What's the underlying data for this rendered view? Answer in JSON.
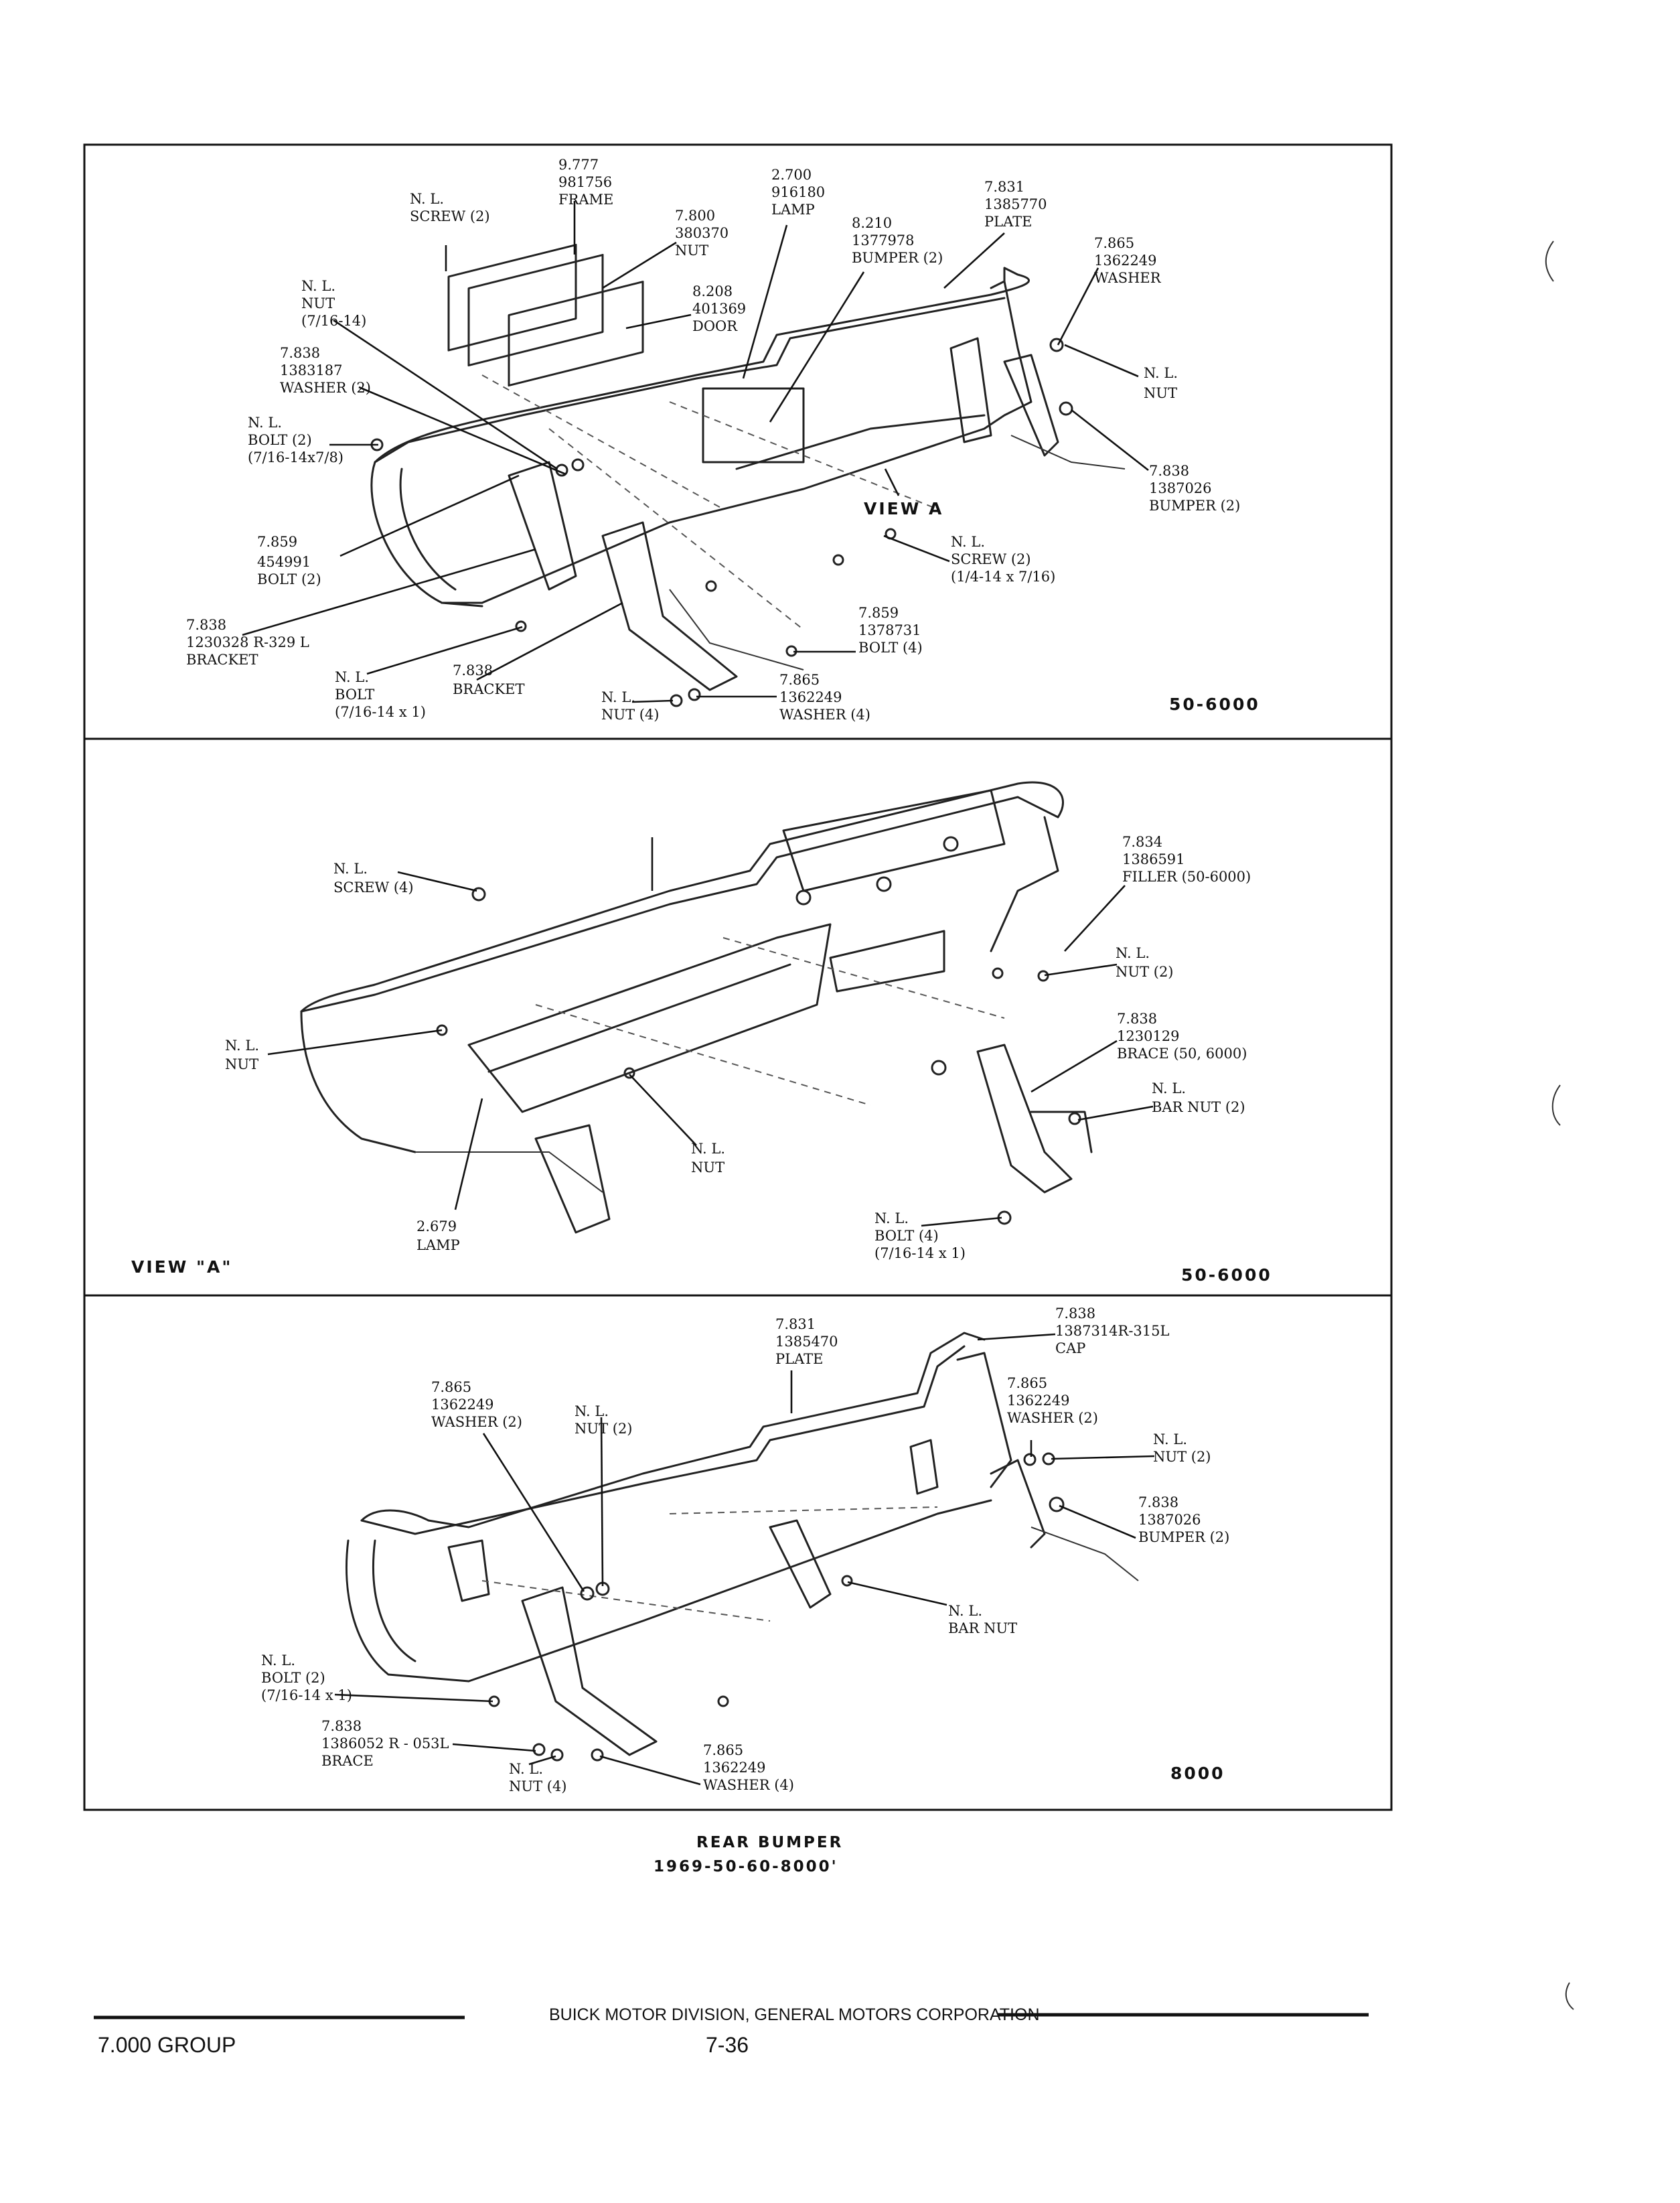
{
  "caption": {
    "line1": "REAR BUMPER",
    "line2": "1969-50-60-8000'"
  },
  "footer": {
    "group": "7.000 GROUP",
    "publisher": "BUICK MOTOR DIVISION, GENERAL MOTORS CORPORATION",
    "page": "7-36"
  },
  "panels": [
    {
      "code": "50-6000",
      "view_label": "VIEW A",
      "callouts": [
        [
          "N. L.",
          "SCREW (2)"
        ],
        [
          "9.777",
          "981756",
          "FRAME"
        ],
        [
          "7.800",
          "380370",
          "NUT"
        ],
        [
          "2.700",
          "916180",
          "LAMP"
        ],
        [
          "8.210",
          "1377978",
          "BUMPER (2)"
        ],
        [
          "7.831",
          "1385770",
          "PLATE"
        ],
        [
          "7.865",
          "1362249",
          "WASHER"
        ],
        [
          "N. L.",
          "NUT",
          "(7/16-14)"
        ],
        [
          "8.208",
          "401369",
          "DOOR"
        ],
        [
          "7.838",
          "1383187",
          "WASHER (2)"
        ],
        [
          "N. L.",
          "NUT"
        ],
        [
          "N. L.",
          "BOLT (2)",
          "(7/16-14x7/8)"
        ],
        [
          "7.838",
          "1387026",
          "BUMPER (2)"
        ],
        [
          "7.859",
          "454991",
          "BOLT (2)"
        ],
        [
          "N. L.",
          "SCREW (2)",
          "(1/4-14 x 7/16)"
        ],
        [
          "7.838",
          "1230328 R-329 L",
          "BRACKET"
        ],
        [
          "7.859",
          "1378731",
          "BOLT (4)"
        ],
        [
          "N. L.",
          "BOLT",
          "(7/16-14 x 1)"
        ],
        [
          "7.838",
          "BRACKET"
        ],
        [
          "N. L.",
          "NUT (4)"
        ],
        [
          "7.865",
          "1362249",
          "WASHER (4)"
        ]
      ]
    },
    {
      "code": "50-6000",
      "view_label": "VIEW \"A\"",
      "callouts": [
        [
          "N. L.",
          "SCREW (4)"
        ],
        [
          "7.834",
          "1386591",
          "FILLER (50-6000)"
        ],
        [
          "N. L.",
          "NUT (2)"
        ],
        [
          "N. L.",
          "NUT"
        ],
        [
          "7.838",
          "1230129",
          "BRACE (50, 6000)"
        ],
        [
          "N. L.",
          "BAR NUT (2)"
        ],
        [
          "N. L.",
          "NUT"
        ],
        [
          "2.679",
          "LAMP"
        ],
        [
          "N. L.",
          "BOLT (4)",
          "(7/16-14 x 1)"
        ]
      ]
    },
    {
      "code": "8000",
      "callouts": [
        [
          "7.831",
          "1385470",
          "PLATE"
        ],
        [
          "7.838",
          "1387314R-315L",
          "CAP"
        ],
        [
          "7.865",
          "1362249",
          "WASHER (2)"
        ],
        [
          "N. L.",
          "NUT (2)"
        ],
        [
          "7.865",
          "1362249",
          "WASHER (2)"
        ],
        [
          "N. L.",
          "NUT (2)"
        ],
        [
          "7.838",
          "1387026",
          "BUMPER (2)"
        ],
        [
          "N. L.",
          "BAR NUT"
        ],
        [
          "N. L.",
          "BOLT (2)",
          "(7/16-14 x 1)"
        ],
        [
          "7.838",
          "1386052 R - 053L",
          "BRACE"
        ],
        [
          "N. L.",
          "NUT (4)"
        ],
        [
          "7.865",
          "1362249",
          "WASHER (4)"
        ]
      ]
    }
  ]
}
